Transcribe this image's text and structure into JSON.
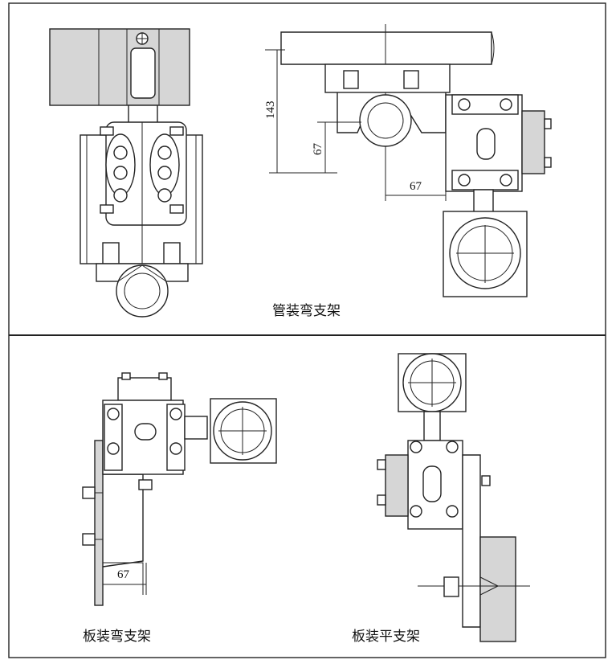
{
  "panels": {
    "pipe_bend": {
      "caption": "管装弯支架",
      "dim_143": "143",
      "dim_67_v": "67",
      "dim_67_h": "67"
    },
    "plate_bend": {
      "caption": "板装弯支架",
      "dim_67": "67"
    },
    "plate_flat": {
      "caption": "板装平支架"
    }
  }
}
